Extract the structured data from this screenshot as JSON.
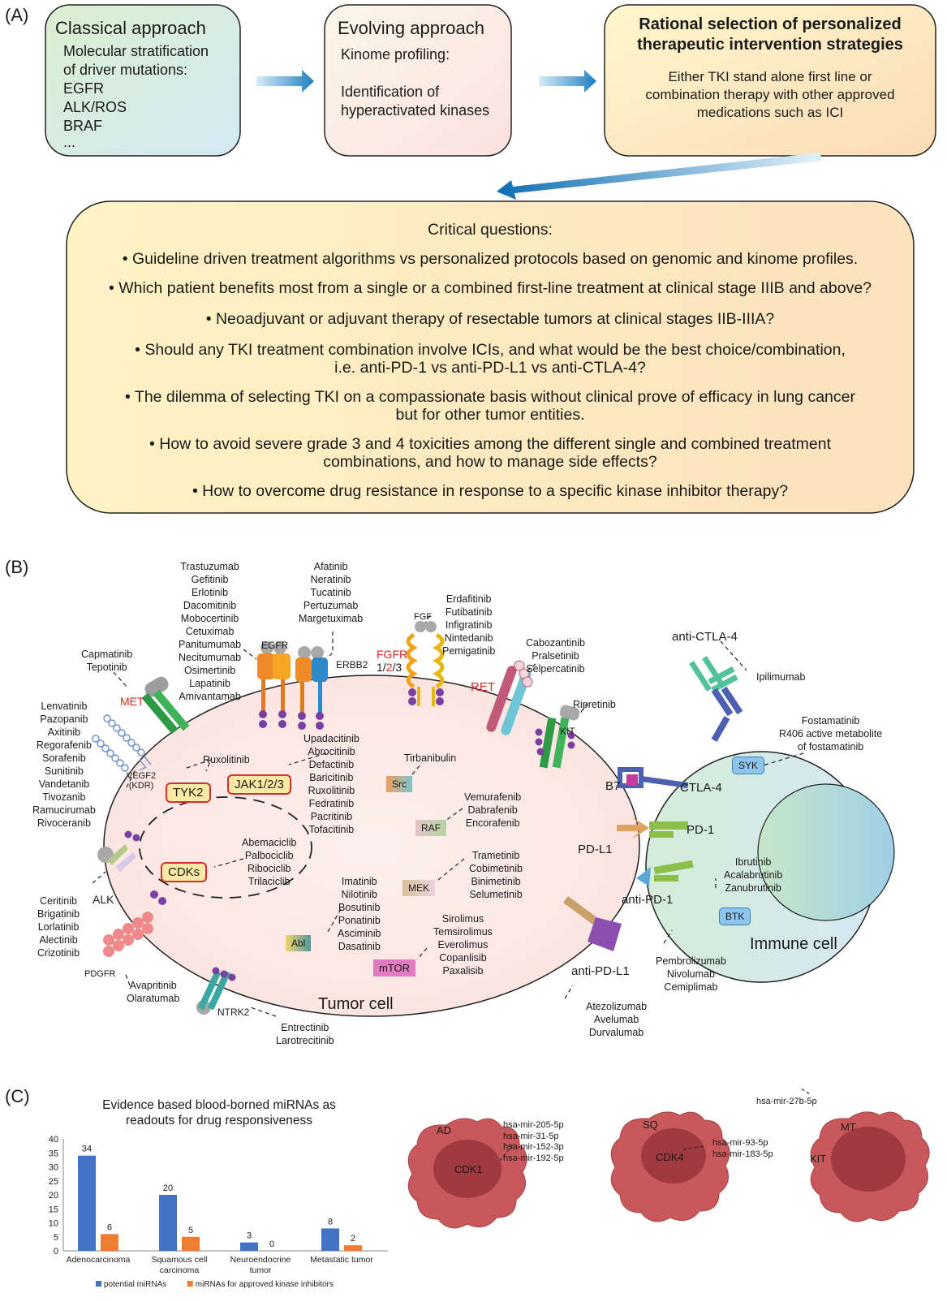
{
  "panelA": {
    "label": "(A)",
    "classical": {
      "title": "Classical approach",
      "lines": [
        "Molecular stratification",
        "of driver mutations:",
        "EGFR",
        "ALK/ROS",
        "BRAF",
        "..."
      ]
    },
    "evolving": {
      "title": "Evolving approach",
      "lines": [
        "Kinome profiling:",
        "",
        "Identification of",
        "hyperactivated kinases"
      ]
    },
    "rational": {
      "title_lines": [
        "Rational selection of personalized",
        "therapeutic intervention strategies"
      ],
      "lines": [
        "Either TKI stand alone first line or",
        "combination therapy with other approved",
        "medications such as ICI"
      ]
    },
    "questions": {
      "title": "Critical questions:",
      "items": [
        "• Guideline driven treatment algorithms vs personalized protocols based on genomic and kinome profiles.",
        "• Which patient benefits most from a single or a combined first-line treatment at clinical stage IIIB and above?",
        "• Neoadjuvant or adjuvant therapy of resectable tumors at clinical stages IIB-IIIA?",
        "• Should any TKI treatment combination involve ICIs, and what would be the best choice/combination,",
        "i.e. anti-PD-1 vs anti-PD-L1 vs anti-CTLA-4?",
        "• The dilemma of selecting TKI on a compassionate basis without clinical prove of efficacy in lung cancer",
        "but for other tumor entities.",
        "• How to avoid severe grade 3 and 4 toxicities among the different single and combined treatment",
        "combinations, and how to manage side effects?",
        "• How to overcome drug resistance in response to a specific kinase inhibitor therapy?"
      ]
    }
  },
  "panelB": {
    "label": "(B)",
    "tumor_cell": "Tumor cell",
    "immune_cell": "Immune cell",
    "receptors": {
      "met": "MET",
      "egfr": "EGFR",
      "erbb2": "ERBB2",
      "fgf": "FGF",
      "fgfr": "FGFR",
      "fgfr_n1": "1/",
      "fgfr_n2": "2",
      "fgfr_n3": "/3",
      "ret": "RET",
      "kit": "KIT",
      "vegf2": "VEGF2",
      "kdr": "(KDR)",
      "alk": "ALK",
      "pdgfr": "PDGFR",
      "ntrk2": "NTRK2",
      "b7": "B7",
      "ctla4": "CTLA-4",
      "pdl1": "PD-L1",
      "pd1": "PD-1",
      "anti_ctla4": "anti-CTLA-4",
      "anti_pd1": "anti-PD-1",
      "anti_pdl1": "anti-PD-L1"
    },
    "kinases": {
      "tyk2": "TYK2",
      "jak": "JAK1/2/3",
      "cdks": "CDKs",
      "src": "Src",
      "raf": "RAF",
      "mek": "MEK",
      "abl": "Abl",
      "mtor": "mTOR",
      "syk": "SYK",
      "btk": "BTK"
    },
    "drugs": {
      "egfr": [
        "Trastuzumab",
        "Gefitinib",
        "Erlotinib",
        "Dacomitinib",
        "Mobocertinib",
        "Cetuximab",
        "Panitumumab",
        "Necitumumab",
        "Osimertinib",
        "Lapatinib",
        "Amivantamab"
      ],
      "erbb2": [
        "Afatinib",
        "Neratinib",
        "Tucatinib",
        "Pertuzumab",
        "Margetuximab"
      ],
      "fgfr": [
        "Erdafitinib",
        "Futibatinib",
        "Infigratinib",
        "Nintedanib",
        "Pemigatinib"
      ],
      "ret": [
        "Cabozantinib",
        "Pralsetinib",
        "Selpercatinib"
      ],
      "met": [
        "Capmatinib",
        "Tepotinib"
      ],
      "vegf": [
        "Lenvatinib",
        "Pazopanib",
        "Axitinib",
        "Regorafenib",
        "Sorafenib",
        "Sunitinib",
        "Vandetanib",
        "Tivozanib",
        "Ramucirumab",
        "Rivoceranib"
      ],
      "kit": [
        "Ripretinib"
      ],
      "tyk2": [
        "Ruxolitinib"
      ],
      "jak": [
        "Upadacitinib",
        "Abrocitinib",
        "Defactinib",
        "Baricitinib",
        "Ruxolitinib",
        "Fedratinib",
        "Pacritinib",
        "Tofacitinib"
      ],
      "src": [
        "Tirbanibulin"
      ],
      "raf": [
        "Vemurafenib",
        "Dabrafenib",
        "Encorafenib"
      ],
      "cdks": [
        "Abemaciclib",
        "Palbociclib",
        "Ribociclib",
        "Trilaciclib"
      ],
      "mek": [
        "Trametinib",
        "Cobimetinib",
        "Binimetinib",
        "Selumetinib"
      ],
      "abl": [
        "Imatinib",
        "Nilotinib",
        "Bosutinib",
        "Ponatinib",
        "Asciminib",
        "Dasatinib"
      ],
      "mtor": [
        "Sirolimus",
        "Temsirolimus",
        "Everolimus",
        "Copanlisib",
        "Paxalisib"
      ],
      "alk": [
        "Ceritinib",
        "Brigatinib",
        "Lorlatinib",
        "Alectinib",
        "Crizotinib"
      ],
      "pdgfr": [
        "Avapritinib",
        "Olaratumab"
      ],
      "ntrk": [
        "Entrectinib",
        "Larotrecitinib"
      ],
      "ctla4": [
        "Ipilimumab"
      ],
      "syk": [
        "Fostamatinib",
        "R406 active metabolite",
        "of fostamatinib"
      ],
      "btk": [
        "Ibrutinib",
        "Acalabrutinib",
        "Zanubrutinib"
      ],
      "pd1": [
        "Pembrolizumab",
        "Nivolumab",
        "Cemiplimab"
      ],
      "pdl1": [
        "Atezolizumab",
        "Avelumab",
        "Durvalumab"
      ]
    }
  },
  "panelC": {
    "label": "(C)",
    "chart_data": {
      "type": "bar",
      "title": "Evidence based blood-borned miRNAs as readouts for drug responsiveness",
      "title_lines": [
        "Evidence based blood-borned miRNAs as",
        "readouts for drug responsiveness"
      ],
      "categories": [
        "Adenocarcinoma",
        "Squamous cell carcinoma",
        "Neuroendocrine tumor",
        "Metastatic tumor"
      ],
      "category_lines": [
        [
          "Adenocarcinoma"
        ],
        [
          "Squamous cell",
          "carcinoma"
        ],
        [
          "Neuroendocrine",
          "tumor"
        ],
        [
          "Metastatic tumor"
        ]
      ],
      "series": [
        {
          "name": "potential miRNAs",
          "values": [
            34,
            20,
            3,
            8
          ],
          "color": "#4472c4"
        },
        {
          "name": "miRNAs for approved kinase inhibitors",
          "values": [
            6,
            5,
            0,
            2
          ],
          "color": "#ed7d31"
        }
      ],
      "ylim": [
        0,
        40
      ],
      "yticks": [
        0,
        5,
        10,
        15,
        20,
        25,
        30,
        35,
        40
      ],
      "legend": "bottom"
    },
    "cells": [
      {
        "type": "AD",
        "kinase": "CDK1",
        "mirnas": [
          "hsa-mir-205-5p",
          "hsa-mir-31-5p",
          "hsa-mir-152-3p",
          "hsa-mir-192-5p"
        ]
      },
      {
        "type": "SQ",
        "kinase": "CDK4",
        "mirnas": [
          "hsa-mir-93-5p",
          "hsa-mir-183-5p"
        ]
      },
      {
        "type": "MT",
        "kinase": "KIT",
        "mirnas": [
          "hsa-mir-27b-5p"
        ]
      }
    ]
  },
  "colors": {
    "highlight_red": "#d62a22",
    "tumor_fill": "#fbeae6",
    "immune_fill": "#cfe8d8",
    "questions_fill": "#fde9bd",
    "bar_blue": "#4472c4",
    "bar_orange": "#ed7d31",
    "cell_red": "#c2575a"
  }
}
